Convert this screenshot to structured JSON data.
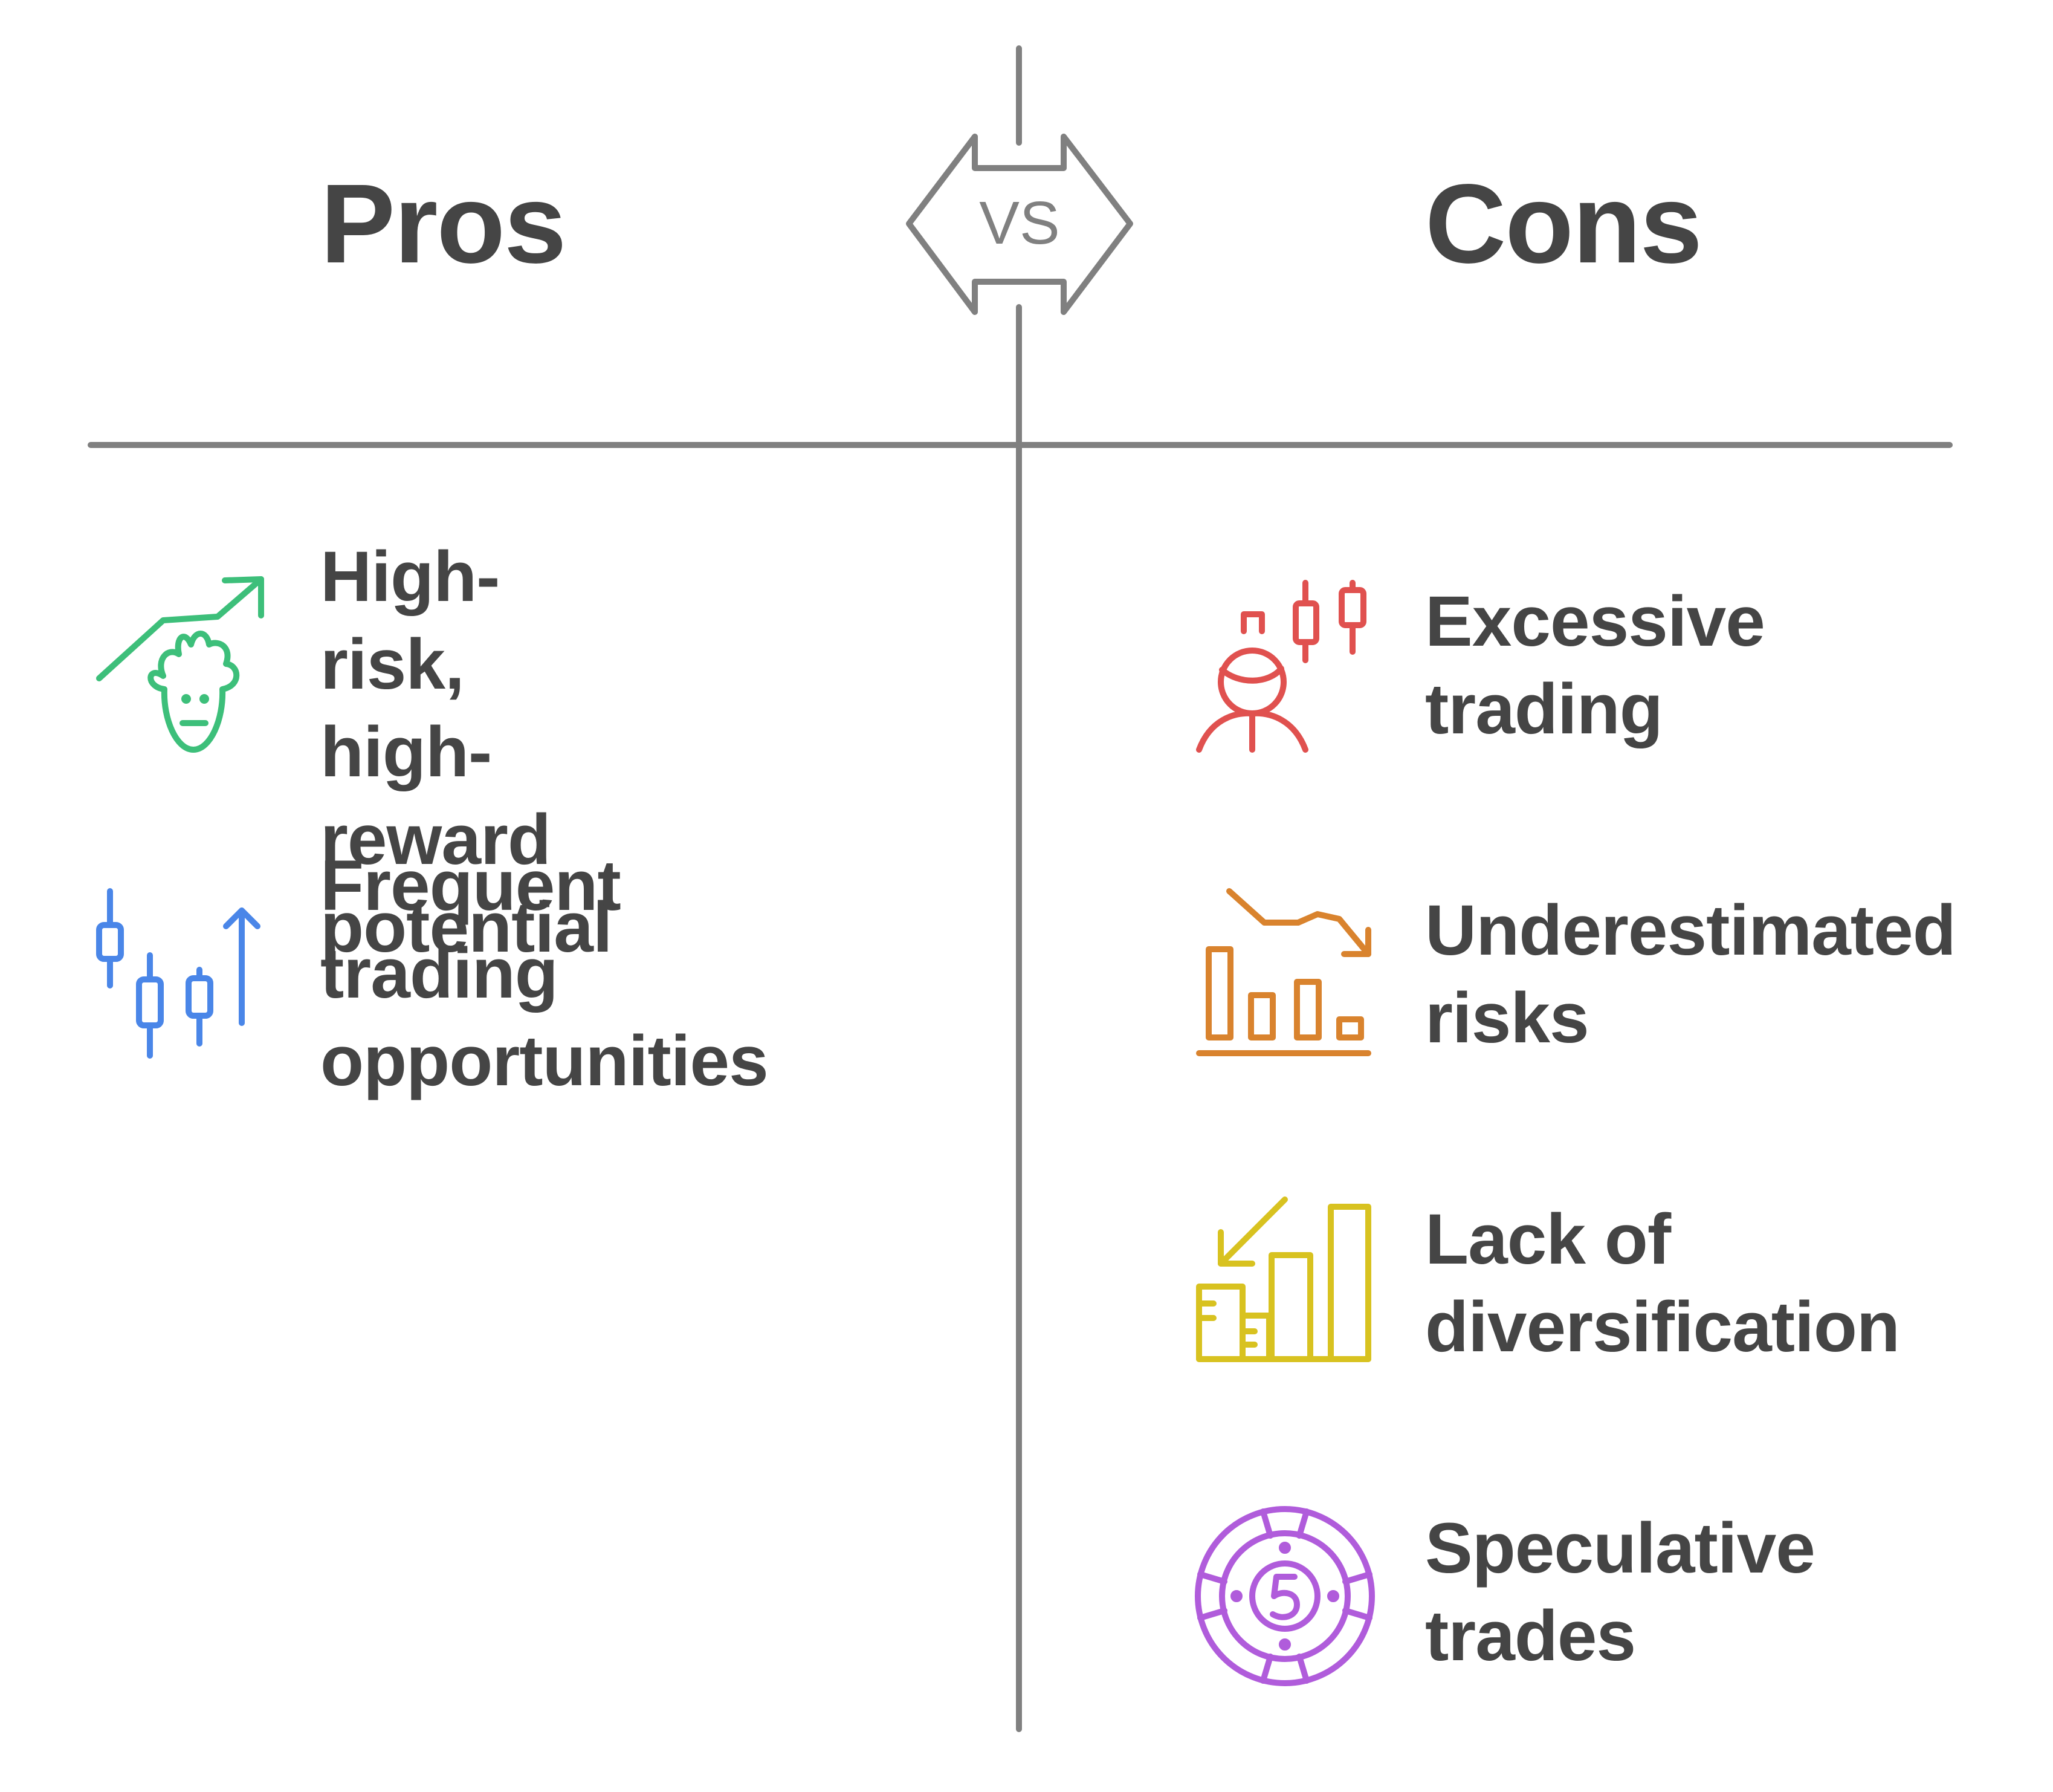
{
  "pros": {
    "heading": "Pros",
    "items": [
      {
        "label": "High-risk,\nhigh-reward\npotential",
        "icon": "bull-trend-icon",
        "color": "#3DBF7A"
      },
      {
        "label": "Frequent\ntrading\nopportunities",
        "icon": "candlestick-up-icon",
        "color": "#4A86E8"
      }
    ]
  },
  "vs_label": "VS",
  "cons": {
    "heading": "Cons",
    "items": [
      {
        "label": "Excessive\ntrading",
        "icon": "trader-candlestick-icon",
        "color": "#E0514F"
      },
      {
        "label": "Underestimated\nrisks",
        "icon": "falling-bars-icon",
        "color": "#D9832E"
      },
      {
        "label": "Lack of\ndiversification",
        "icon": "declining-stacks-icon",
        "color": "#D8C220"
      },
      {
        "label": "Speculative\ntrades",
        "icon": "casino-chip-icon",
        "color": "#B05CDB"
      }
    ]
  },
  "line_color": "#808080",
  "text_color": "#454545"
}
